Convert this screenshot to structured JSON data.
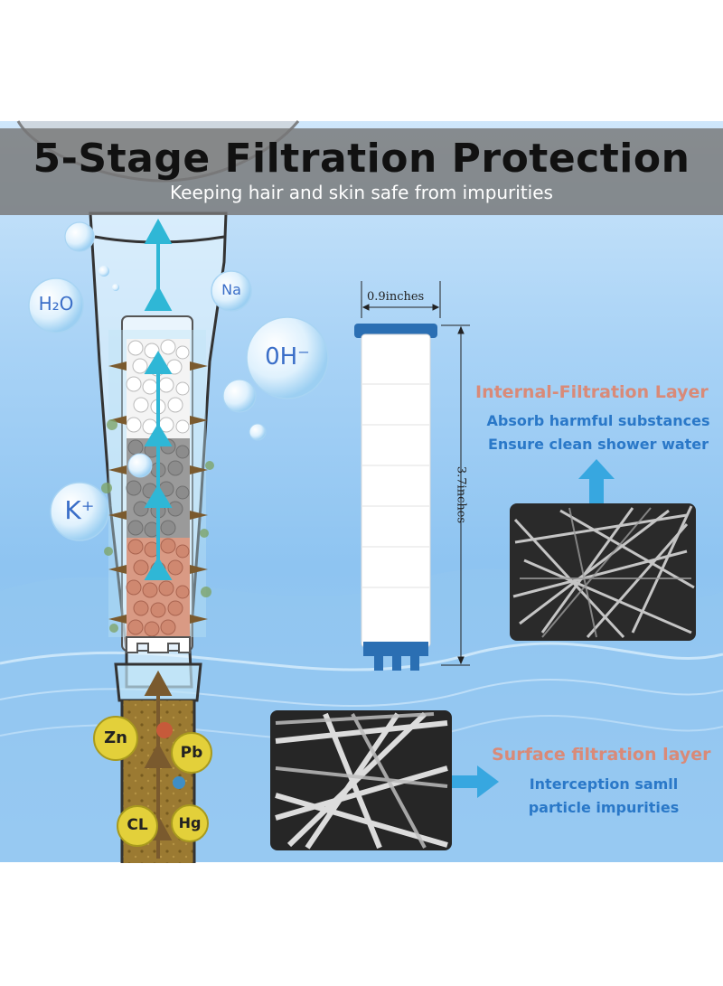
{
  "header": {
    "title": "5-Stage Filtration Protection",
    "subtitle": "Keeping hair and skin safe from impurities"
  },
  "dimensions": {
    "width": "0.9inches",
    "height": "3.7inches"
  },
  "internal_layer": {
    "title": "Internal-Filtration Layer",
    "line1": "Absorb harmful substances",
    "line2": "Ensure clean shower water"
  },
  "surface_layer": {
    "title": "Surface filtration layer",
    "line1": "Interception samll",
    "line2": "particle impurities"
  },
  "minerals": {
    "h2o": "H₂O",
    "na": "Na",
    "oh": "0H⁻",
    "k": "K⁺"
  },
  "impurities": {
    "zn": "Zn",
    "pb": "Pb",
    "cl": "CL",
    "hg": "Hg"
  },
  "colors": {
    "accent_blue": "#2a78c8",
    "label_salmon": "#d98a78",
    "arrow_cyan": "#2fb7d6",
    "banner_gray": "#767676"
  }
}
